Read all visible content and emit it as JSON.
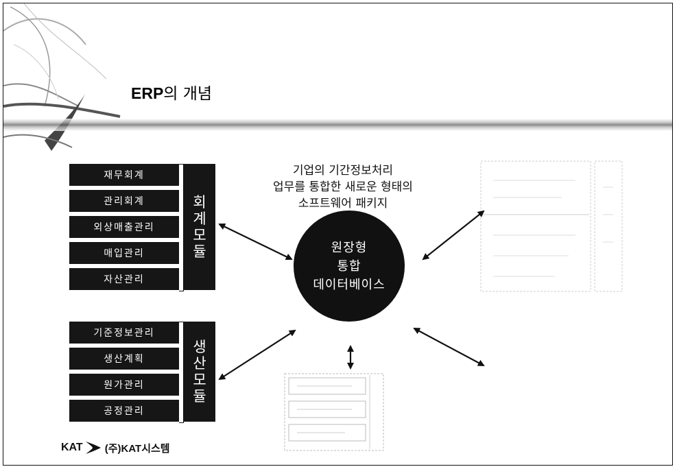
{
  "slide": {
    "title_en": "ERP",
    "title_ko": "의 개념"
  },
  "center": {
    "caption_lines": [
      "기업의 기간정보처리",
      "업무를 통합한 새로운 형태의",
      "소프트웨어 패키지"
    ],
    "hub_lines": [
      "원장형",
      "통합",
      "데이터베이스"
    ]
  },
  "accounting_module": {
    "items": [
      "재무회계",
      "관리회계",
      "외상매출관리",
      "매입관리",
      "자산관리"
    ],
    "tag_chars": [
      "회",
      "계",
      "모",
      "듈"
    ]
  },
  "production_module": {
    "items": [
      "기준정보관리",
      "생산계획",
      "원가관리",
      "공정관리"
    ],
    "tag_chars": [
      "생",
      "산",
      "모",
      "듈"
    ]
  },
  "footer": {
    "logo_text": "KAT",
    "company": "(주)KAT시스템"
  },
  "colors": {
    "box_fill": "#161616",
    "text_on_dark": "#ffffff",
    "arrow": "#111111",
    "faded": "#c8c8c8"
  }
}
